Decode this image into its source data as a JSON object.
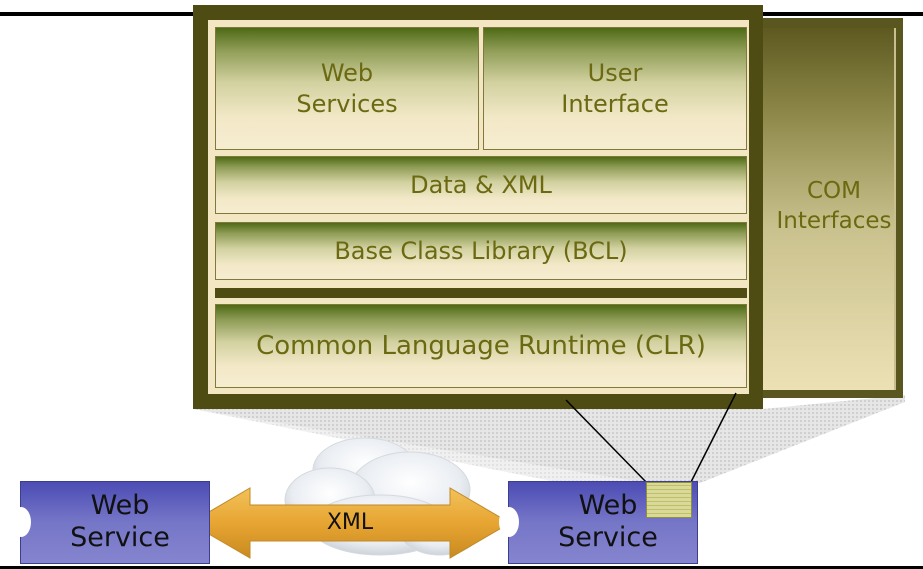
{
  "framework": {
    "web_services": "Web\nServices",
    "user_interface": "User\nInterface",
    "data_xml": "Data & XML",
    "bcl": "Base Class Library (BCL)",
    "clr": "Common Language Runtime (CLR)"
  },
  "com": {
    "label": "COM\nInterfaces"
  },
  "bottom": {
    "left_service": "Web\nService",
    "right_service": "Web\nService",
    "arrow_label": "XML"
  },
  "colors": {
    "frame": "#4e4c12",
    "layer_text": "#6b6a12",
    "service_box": "#7676c8",
    "arrow": "#e6a82b"
  }
}
